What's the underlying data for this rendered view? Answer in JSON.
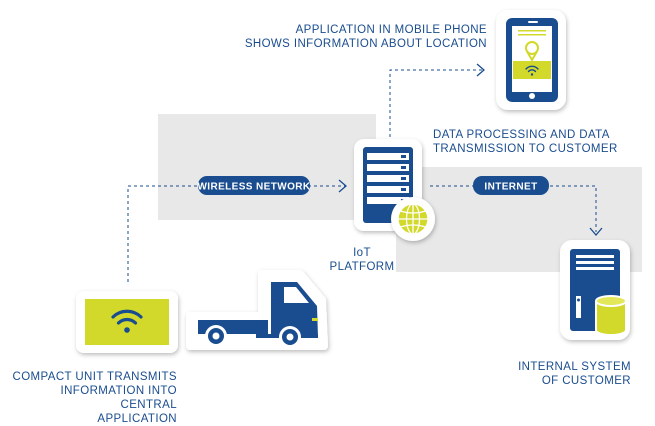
{
  "labels": {
    "mobile_app": [
      "APPLICATION IN MOBILE PHONE",
      "SHOWS INFORMATION ABOUT LOCATION"
    ],
    "data_processing": [
      "DATA PROCESSING AND DATA",
      "TRANSMISSION TO CUSTOMER"
    ],
    "wireless_network": "WIRELESS NETWORK",
    "internet": "INTERNET",
    "iot_platform": [
      "IoT",
      "PLATFORM"
    ],
    "compact_unit": [
      "COMPACT UNIT TRANSMITS",
      "INFORMATION INTO CENTRAL",
      "APPLICATION"
    ],
    "internal_system": [
      "INTERNAL SYSTEM",
      "OF CUSTOMER"
    ]
  },
  "colors": {
    "brand_blue": "#1a4d8f",
    "lime": "#d2d92a",
    "panel_gray": "#e8e8e8",
    "white": "#ffffff"
  },
  "icons": [
    "mobile-phone-icon",
    "location-pin-icon",
    "wifi-icon",
    "server-icon",
    "globe-icon",
    "database-icon",
    "truck-icon",
    "arrow-icon"
  ]
}
